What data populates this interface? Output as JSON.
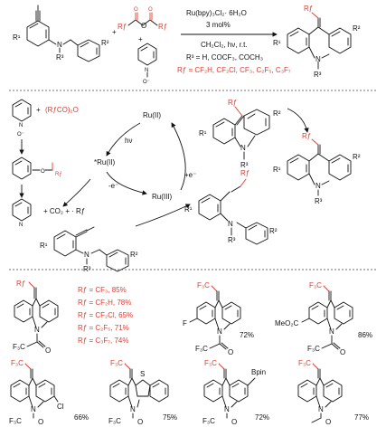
{
  "reaction": {
    "plus1": "+",
    "plus2": "+",
    "catalyst": "Ru(bpy)₃Cl₂· 6H₂O",
    "loading": "3 mol%",
    "conditions": "CH₂Cl₂, hν, r.t.",
    "r3_def": "R³ = H, COCF₃, COCH₃",
    "rf_def": "Rƒ = CF₂H, CF₂Cl, CF₃, C₂F₅, C₃F₇",
    "r1": "R¹",
    "r2": "R²",
    "r3": "R³",
    "n": "N",
    "o": "O",
    "rf": "Rƒ",
    "n_plus": "N",
    "o_minus": "O⁻"
  },
  "mechanism": {
    "ru_ii_top": "Ru(II)",
    "ru_iii": "Ru(III)",
    "ru_ii_star": "*Ru(II)",
    "hv": "hν",
    "e_minus_1": "-e⁻",
    "e_plus": "+e⁻",
    "anhydride": "(RƒCO)₂O",
    "plus_sign": "+",
    "co2_rf": "+ CO₂ + · Rƒ",
    "rf_radical_label": "Rƒ",
    "ocor_label": "O",
    "pyridine_label": "N",
    "r1": "R¹",
    "r2": "R²",
    "r3": "R³",
    "n": "N"
  },
  "scope": {
    "p1": {
      "rf": "Rƒ",
      "entries": [
        {
          "label": "Rƒ = CF₃, 85%"
        },
        {
          "label": "Rƒ = CF₂H, 78%"
        },
        {
          "label": "Rƒ = CF₂Cl, 65%"
        },
        {
          "label": "Rƒ = C₂F₅, 71%"
        },
        {
          "label": "Rƒ = C₃F₇, 74%"
        }
      ],
      "acyl": "F₃C",
      "n": "N",
      "o": "O"
    },
    "p2": {
      "sub": "F",
      "cf3": "F₃C",
      "acyl": "F₃C",
      "n": "N",
      "o": "O",
      "yield": "72%"
    },
    "p3": {
      "sub": "MeO₂C",
      "cf3": "F₃C",
      "acyl": "F₃C",
      "n": "N",
      "o": "O",
      "yield": "86%"
    },
    "p4": {
      "sub": "Cl",
      "cf3": "F₃C",
      "acyl": "F₃C",
      "n": "N",
      "o": "O",
      "yield": "66%"
    },
    "p5": {
      "sub": "S",
      "cf3": "F₃C",
      "acyl": "F₃C",
      "n": "N",
      "o": "O",
      "yield": "75%"
    },
    "p6": {
      "sub": "Bpin",
      "cf3": "F₃C",
      "acyl": "F₃C",
      "n": "N",
      "o": "O",
      "yield": "72%"
    },
    "p7": {
      "cf3": "F₃C",
      "n": "N",
      "o": "O",
      "yield": "77%"
    }
  },
  "colors": {
    "accent": "#e03a2f",
    "ink": "#111111",
    "separator": "#444444"
  }
}
